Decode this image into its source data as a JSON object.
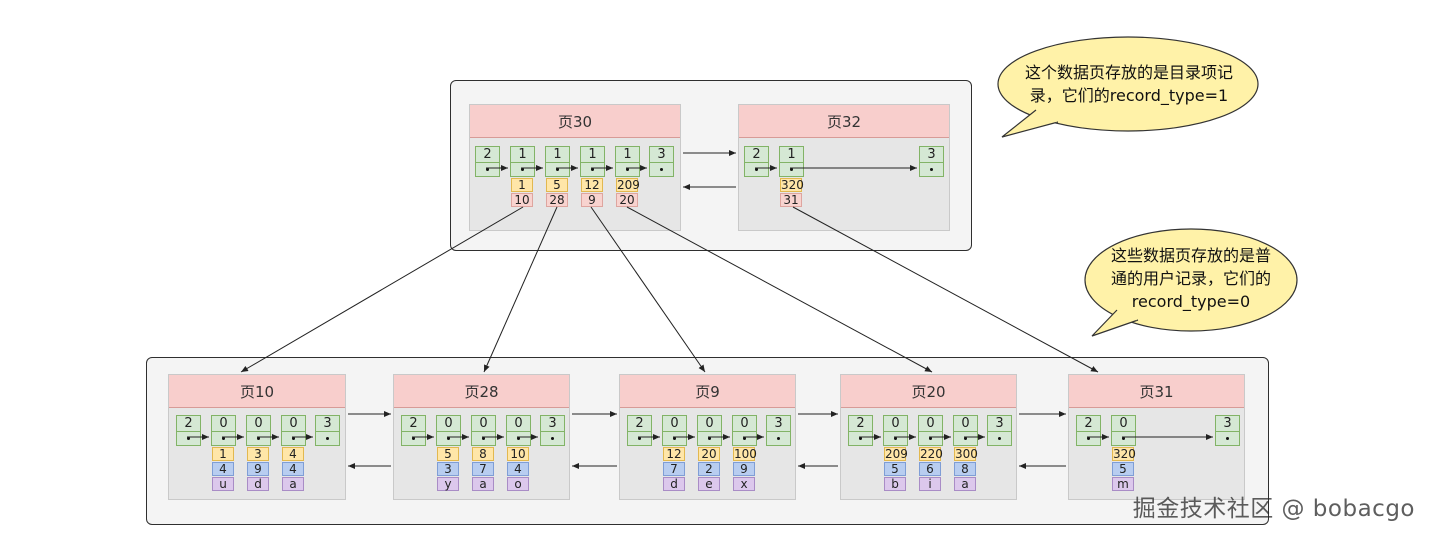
{
  "top_pages": [
    {
      "title": "页30",
      "records": [
        "2",
        "1",
        "1",
        "1",
        "1",
        "3"
      ],
      "entries": [
        {
          "key": "1",
          "page": "10"
        },
        {
          "key": "5",
          "page": "28"
        },
        {
          "key": "12",
          "page": "9"
        },
        {
          "key": "209",
          "page": "20"
        }
      ]
    },
    {
      "title": "页32",
      "records": [
        "2",
        "1",
        "3"
      ],
      "entries": [
        {
          "key": "320",
          "page": "31"
        }
      ]
    }
  ],
  "leaf_pages": [
    {
      "title": "页10",
      "records": [
        "2",
        "0",
        "0",
        "0",
        "3"
      ],
      "rows": [
        {
          "key": "1",
          "c2": "4",
          "c3": "u"
        },
        {
          "key": "3",
          "c2": "9",
          "c3": "d"
        },
        {
          "key": "4",
          "c2": "4",
          "c3": "a"
        }
      ]
    },
    {
      "title": "页28",
      "records": [
        "2",
        "0",
        "0",
        "0",
        "3"
      ],
      "rows": [
        {
          "key": "5",
          "c2": "3",
          "c3": "y"
        },
        {
          "key": "8",
          "c2": "7",
          "c3": "a"
        },
        {
          "key": "10",
          "c2": "4",
          "c3": "o"
        }
      ]
    },
    {
      "title": "页9",
      "records": [
        "2",
        "0",
        "0",
        "0",
        "3"
      ],
      "rows": [
        {
          "key": "12",
          "c2": "7",
          "c3": "d"
        },
        {
          "key": "20",
          "c2": "2",
          "c3": "e"
        },
        {
          "key": "100",
          "c2": "9",
          "c3": "x"
        }
      ]
    },
    {
      "title": "页20",
      "records": [
        "2",
        "0",
        "0",
        "0",
        "3"
      ],
      "rows": [
        {
          "key": "209",
          "c2": "5",
          "c3": "b"
        },
        {
          "key": "220",
          "c2": "6",
          "c3": "i"
        },
        {
          "key": "300",
          "c2": "8",
          "c3": "a"
        }
      ]
    },
    {
      "title": "页31",
      "records": [
        "2",
        "0",
        "3"
      ],
      "rows": [
        {
          "key": "320",
          "c2": "5",
          "c3": "m"
        }
      ]
    }
  ],
  "callouts": {
    "top": [
      "这个数据页存放的是目录项记",
      "录，它们的record_type=1"
    ],
    "leaf": [
      "这些数据页存放的是普",
      "通的用户记录，它们的",
      "record_type=0"
    ]
  },
  "watermark": "掘金技术社区 @ bobacgo",
  "colors": {
    "header": "#f8cecc",
    "record": "#d5e8d4",
    "key": "#ffe6a8",
    "pointer": "#f8d3cf",
    "value": "#b8cdf0",
    "name": "#dcc8ec",
    "bubble": "#fff2a8"
  }
}
